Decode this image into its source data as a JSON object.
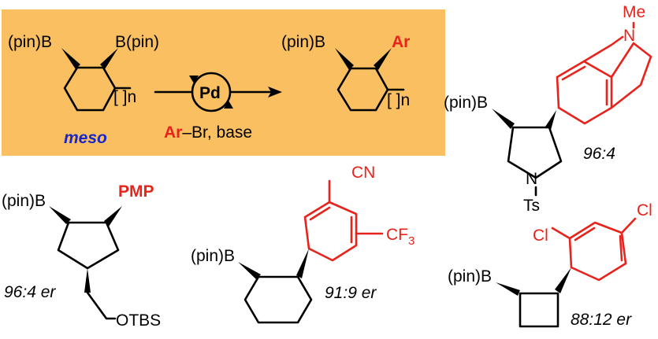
{
  "colors": {
    "accent_red": "#e8231b",
    "meso_blue": "#1a27c8",
    "box_fill": "#f9bf60"
  },
  "scheme": {
    "sm_bpin_left": "(pin)B",
    "sm_bpin_right": "B(pin)",
    "sm_ring_n": "[ ]n",
    "meso": "meso",
    "catalyst": "Pd",
    "reagent_ar": "Ar",
    "reagent_rest": "–Br, base",
    "prod_bpin": "(pin)B",
    "prod_ar": "Ar",
    "prod_ring_n": "[ ]n"
  },
  "examples": [
    {
      "bpin": "(pin)B",
      "aryl": "N-Me indole",
      "n_label": "N",
      "me_label": "Me",
      "amine": "N",
      "protecting": "Ts",
      "er": "96:4"
    },
    {
      "bpin": "(pin)B",
      "aryl": "PMP",
      "protecting": "OTBS",
      "er": "96:4 er"
    },
    {
      "bpin": "(pin)B",
      "cn": "CN",
      "cf3": "CF",
      "cf3_sub": "3",
      "er": "91:9 er"
    },
    {
      "bpin": "(pin)B",
      "cl1": "Cl",
      "cl2": "Cl",
      "er": "88:12 er"
    }
  ]
}
